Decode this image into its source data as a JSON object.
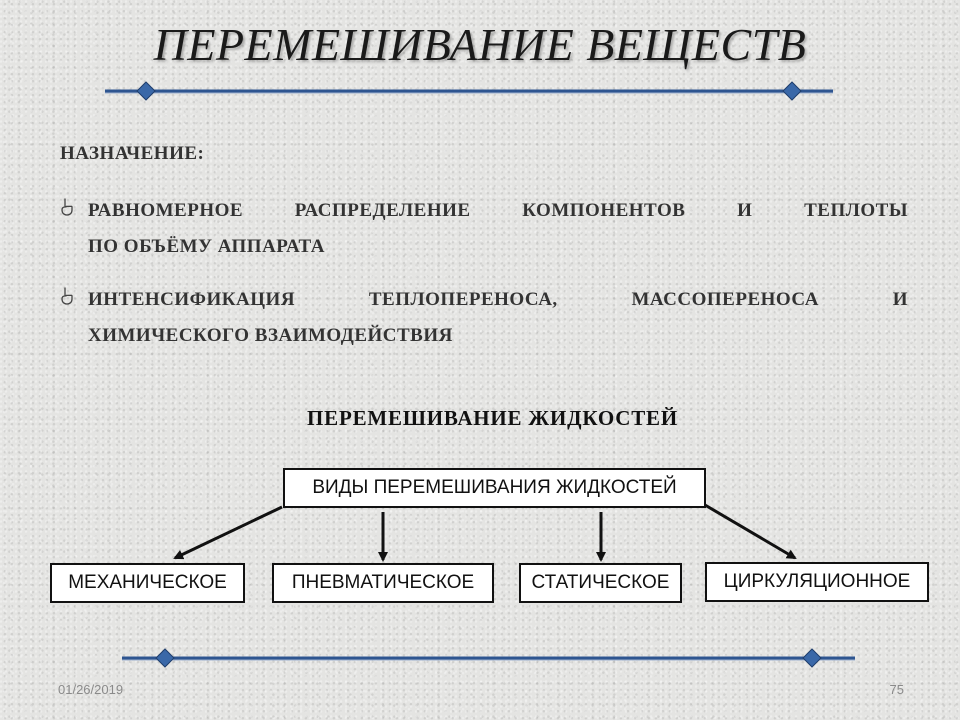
{
  "title": "ПЕРЕМЕШИВАНИЕ ВЕЩЕСТВ",
  "purpose": {
    "heading": "НАЗНАЧЕНИЕ:",
    "bullets": [
      {
        "line1": "РАВНОМЕРНОЕ РАСПРЕДЕЛЕНИЕ КОМПОНЕНТОВ И ТЕПЛОТЫ",
        "line2": "ПО ОБЪЁМУ АППАРАТА"
      },
      {
        "line1": "ИНТЕНСИФИКАЦИЯ ТЕПЛОПЕРЕНОСА, МАССОПЕРЕНОСА И",
        "line2": "ХИМИЧЕСКОГО ВЗАИМОДЕЙСТВИЯ"
      }
    ],
    "bullet_icon": "pointing-hand-icon"
  },
  "diagram": {
    "heading": "ПЕРЕМЕШИВАНИЕ ЖИДКОСТЕЙ",
    "root": "ВИДЫ ПЕРЕМЕШИВАНИЯ ЖИДКОСТЕЙ",
    "children": [
      "МЕХАНИЧЕСКОЕ",
      "ПНЕВМАТИЧЕСКОЕ",
      "СТАТИЧЕСКОЕ",
      "ЦИРКУЛЯЦИОННОЕ"
    ]
  },
  "footer": {
    "date": "01/26/2019",
    "page": "75"
  },
  "colors": {
    "rule": "#2e5590",
    "rule_diamond": "#3a68a8",
    "text": "#333333",
    "border": "#111111"
  }
}
